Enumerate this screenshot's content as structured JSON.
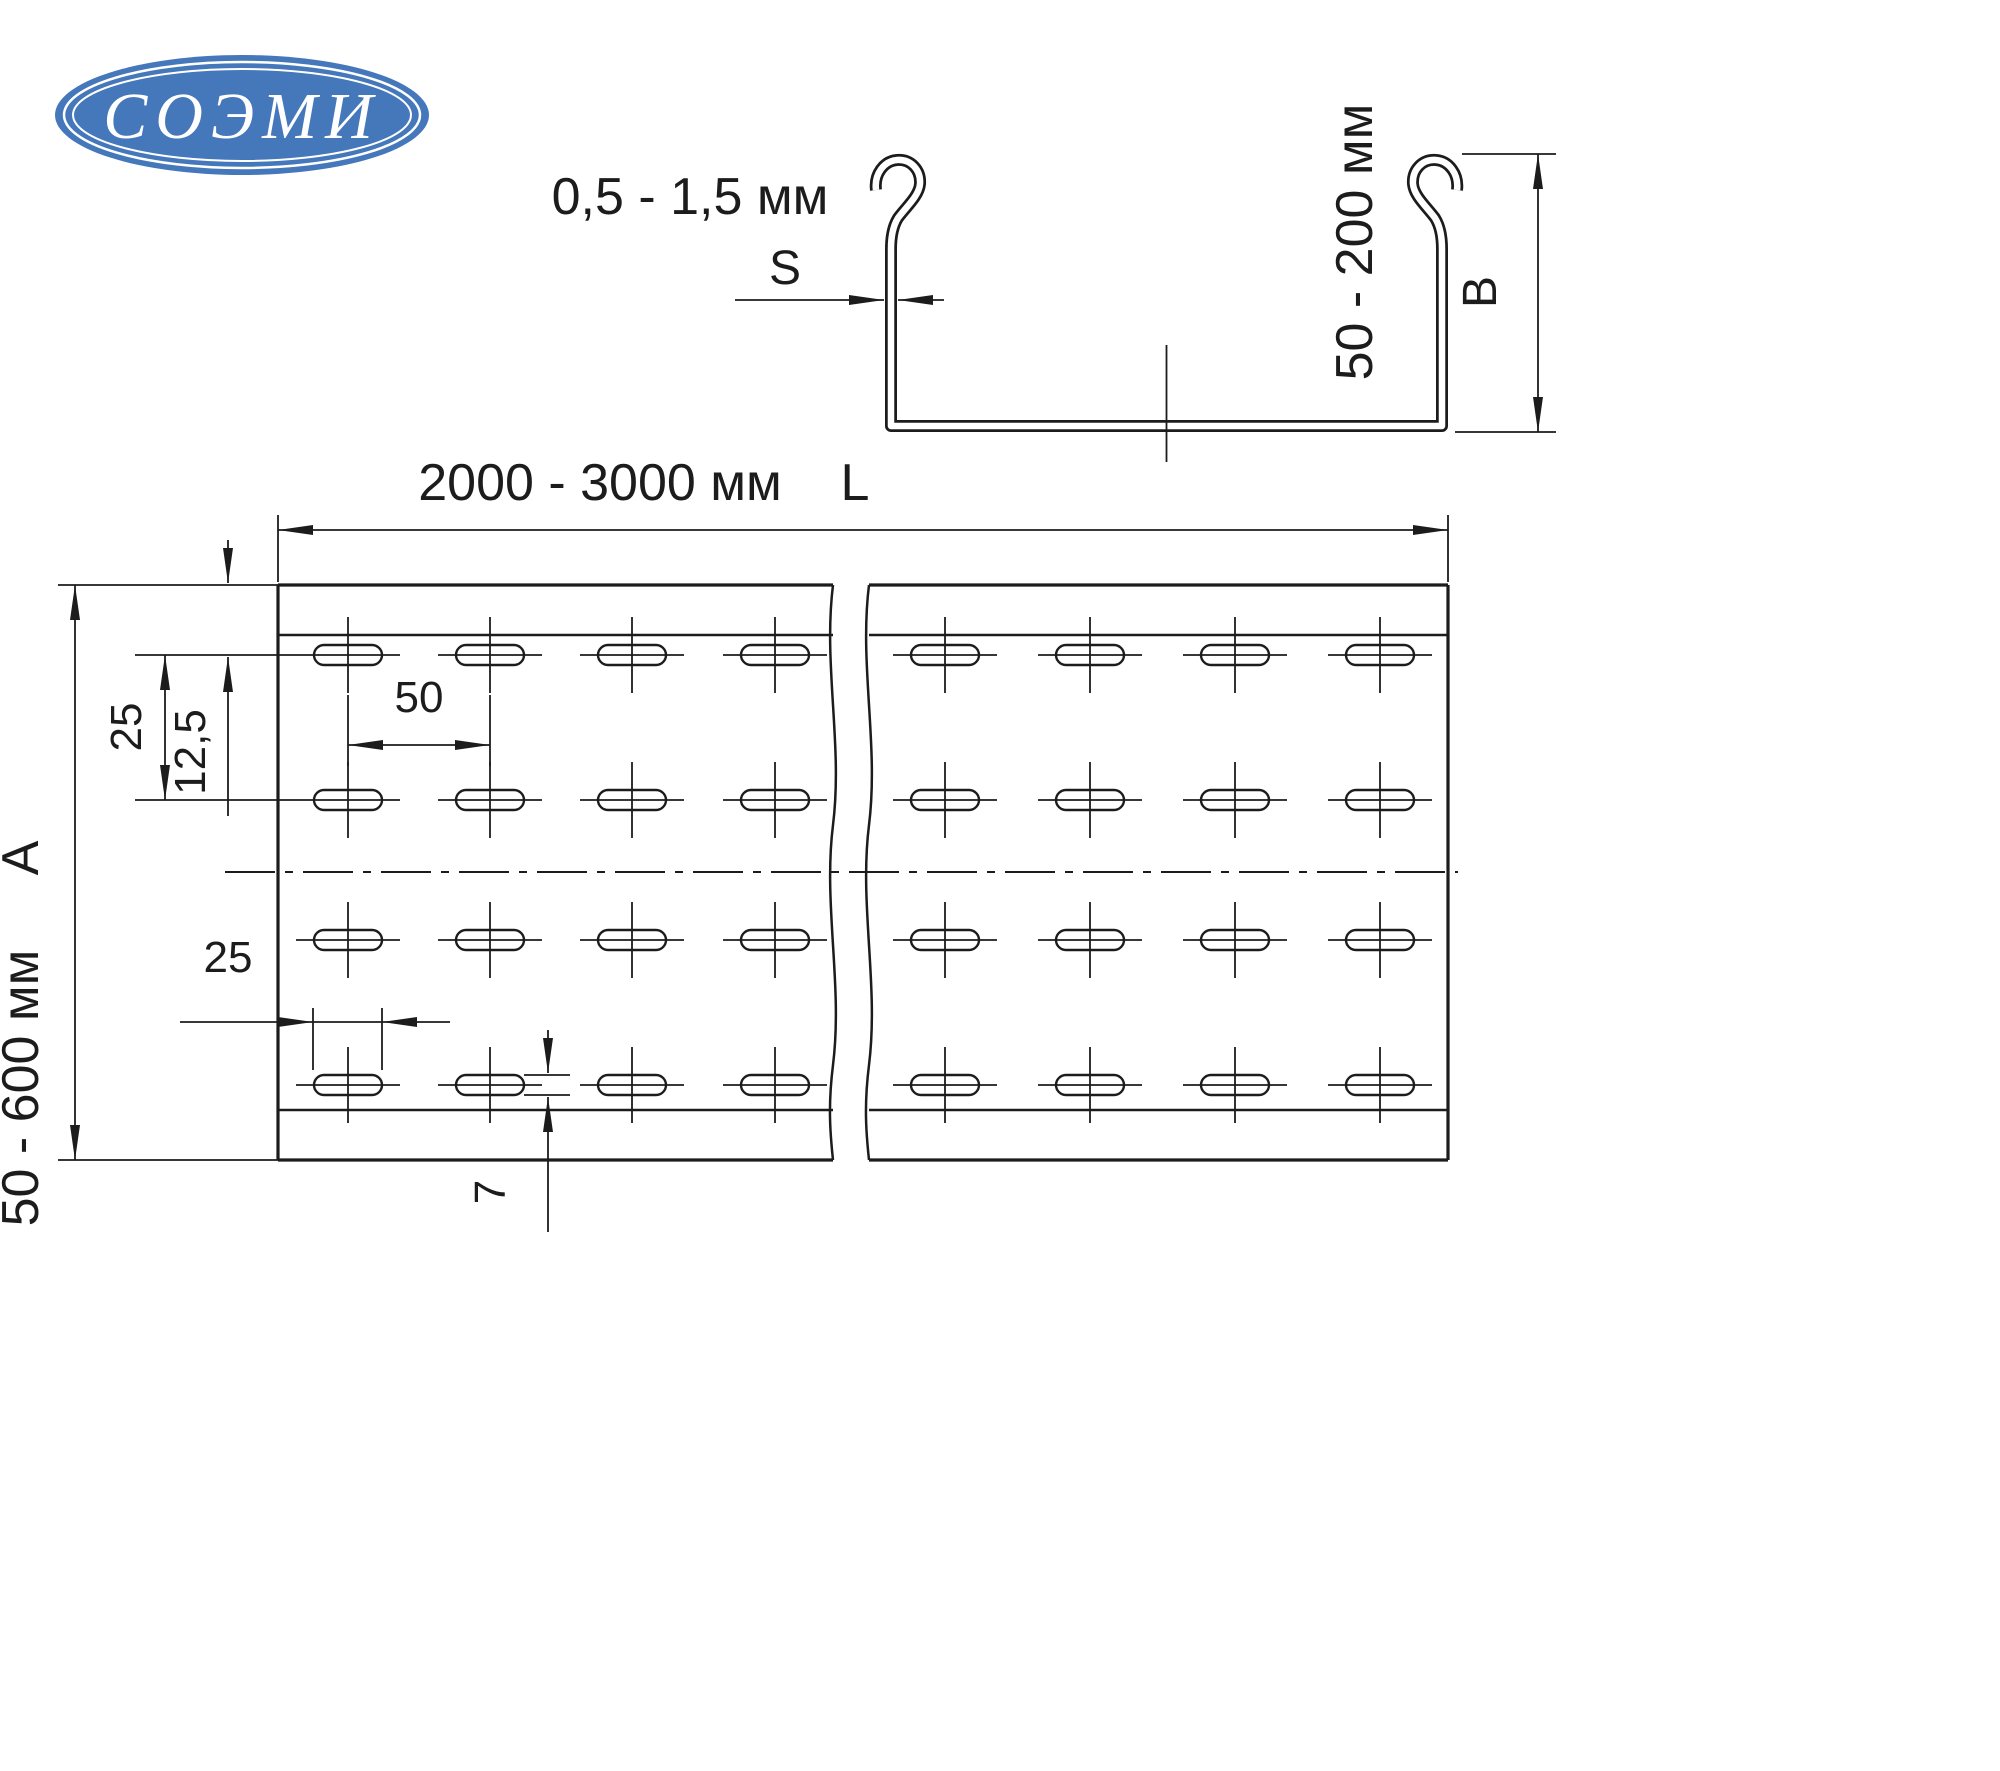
{
  "logo": {
    "text": "СОЭМИ"
  },
  "profile": {
    "thickness_range": "0,5 - 1,5 мм",
    "thickness_label": "S",
    "height_range": "50 - 200 мм",
    "height_label": "B"
  },
  "plan": {
    "length_range": "2000 - 3000 мм",
    "length_label": "L",
    "width_range": "50 - 600 мм",
    "width_label": "А",
    "row_spacing": "25",
    "row_offset": "12,5",
    "hole_spacing": "50",
    "slot_length": "25",
    "slot_width": "7"
  },
  "colors": {
    "line": "#1c1c1c",
    "logo_blue": "#4577bb",
    "logo_text": "#ffffff"
  }
}
